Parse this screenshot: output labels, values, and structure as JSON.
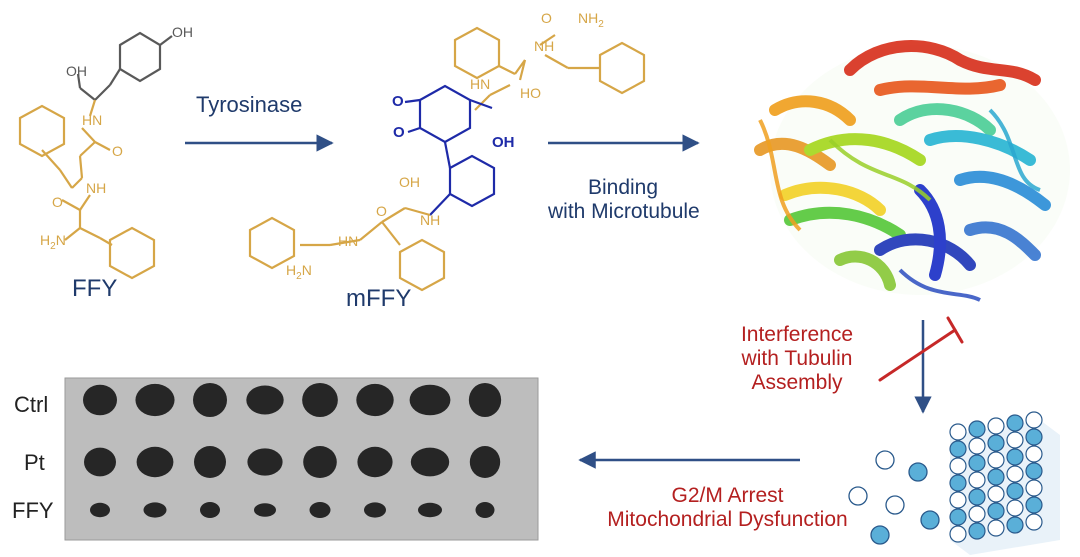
{
  "labels": {
    "ffy": "FFY",
    "mffy": "mFFY",
    "tyrosinase": "Tyrosinase",
    "binding_line1": "Binding",
    "binding_line2": "with Microtubule",
    "interference_line1": "Interference",
    "interference_line2": "with Tubulin",
    "interference_line3": "Assembly",
    "arrest_line1": "G2/M Arrest",
    "arrest_line2": "Mitochondrial Dysfunction"
  },
  "atoms": {
    "oh": "OH",
    "ho": "HO",
    "hn": "HN",
    "nh": "NH",
    "o": "O",
    "h2n": "H2N",
    "nh2": "NH2"
  },
  "tumor_photo": {
    "rows": [
      {
        "label": "Ctrl",
        "count": 8
      },
      {
        "label": "Pt",
        "count": 8
      },
      {
        "label": "FFY",
        "count": 8
      }
    ]
  },
  "colors": {
    "phenylalanine": "#d6a647",
    "tyrosine": "#595959",
    "oxidized": "#1e2aa8",
    "arrow": "#2f4f86",
    "text_dark": "#1f3a6b",
    "text_red": "#b42020"
  }
}
